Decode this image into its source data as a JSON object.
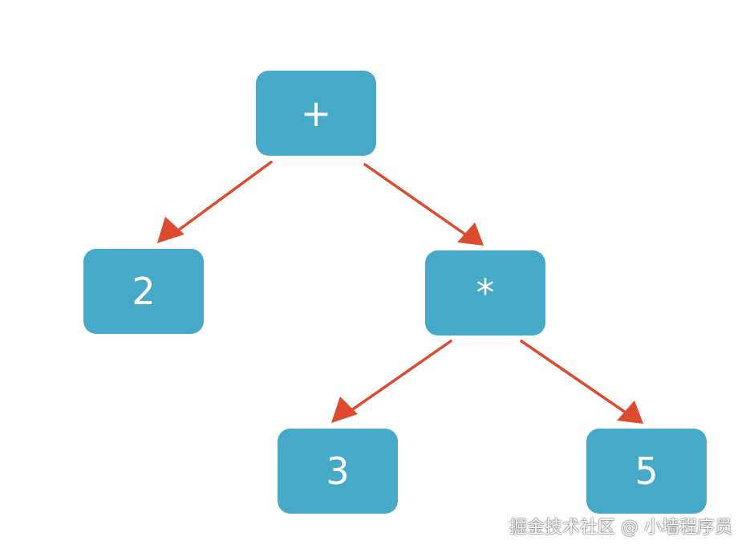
{
  "nodes": {
    "root": "+",
    "left": "2",
    "mul": "*",
    "three": "3",
    "five": "5"
  },
  "watermark": "掘金技术社区 @ 小墙程序员",
  "colors": {
    "node_fill": "#45a9c7",
    "node_text": "#ffffff",
    "edge": "#dc4a30"
  }
}
